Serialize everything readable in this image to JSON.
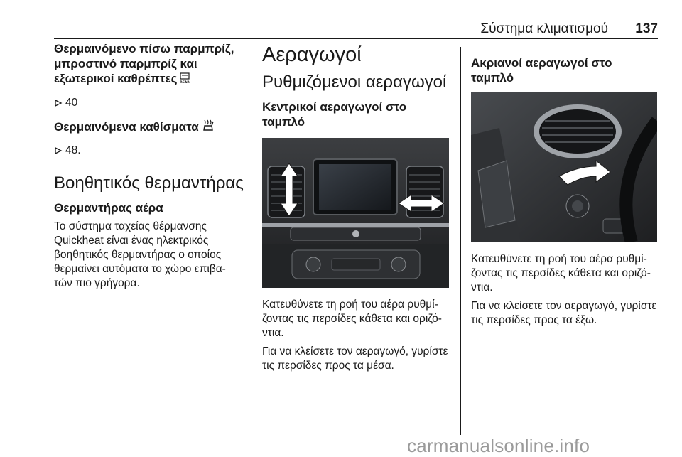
{
  "header": {
    "title": "Σύστημα κλιματισμού",
    "page_number": "137"
  },
  "col1": {
    "heated_heading_lines": [
      "Θερμαινόμενο πίσω παρμπρίζ,",
      "μπροστινό παρμπρίζ και",
      "εξωτερικοί καθρέπτες"
    ],
    "heated_ref": "40",
    "heated_seats_heading": "Θερμαινόμενα καθίσματα",
    "heated_seats_ref": "48.",
    "aux_heater_heading": "Βοηθητικός θερμαντήρας",
    "air_heater_subheading": "Θερμαντήρας αέρα",
    "air_heater_text_lines": [
      "Το σύστημα ταχείας θέρμανσης",
      "Quickheat είναι ένας ηλεκτρικός",
      "βοηθητικός θερμαντήρας ο οποίος",
      "θερμαίνει αυτόματα το χώρο επιβα-",
      "τών πιο γρήγορα."
    ]
  },
  "col2": {
    "main_heading": "Αεραγωγοί",
    "section_heading": "Ρυθμιζόμενοι αεραγωγοί",
    "subheading": "Κεντρικοί αεραγωγοί στο ταμπλό",
    "p1_lines": [
      "Κατευθύνετε τη ροή του αέρα ρυθμί-",
      "ζοντας τις περσίδες κάθετα και οριζό-",
      "ντια."
    ],
    "p2_lines": [
      "Για να κλείσετε τον αεραγωγό, γυρίστε",
      "τις περσίδες προς τα μέσα."
    ]
  },
  "col3": {
    "subheading": "Ακριανοί αεραγωγοί στο ταμπλό",
    "p1_lines": [
      "Κατευθύνετε τη ροή του αέρα ρυθμί-",
      "ζοντας τις περσίδες κάθετα και οριζό-",
      "ντια."
    ],
    "p2_lines": [
      "Για να κλείσετε τον αεραγωγό, γυρίστε",
      "τις περσίδες προς τα έξω."
    ]
  },
  "footer": {
    "watermark": "carmanualsonline.info"
  },
  "icons": {
    "rear_defrost": "rear-window-heater-icon",
    "seat_heat": "seat-heater-icon",
    "ref_arrow": "page-reference-arrow-icon"
  }
}
